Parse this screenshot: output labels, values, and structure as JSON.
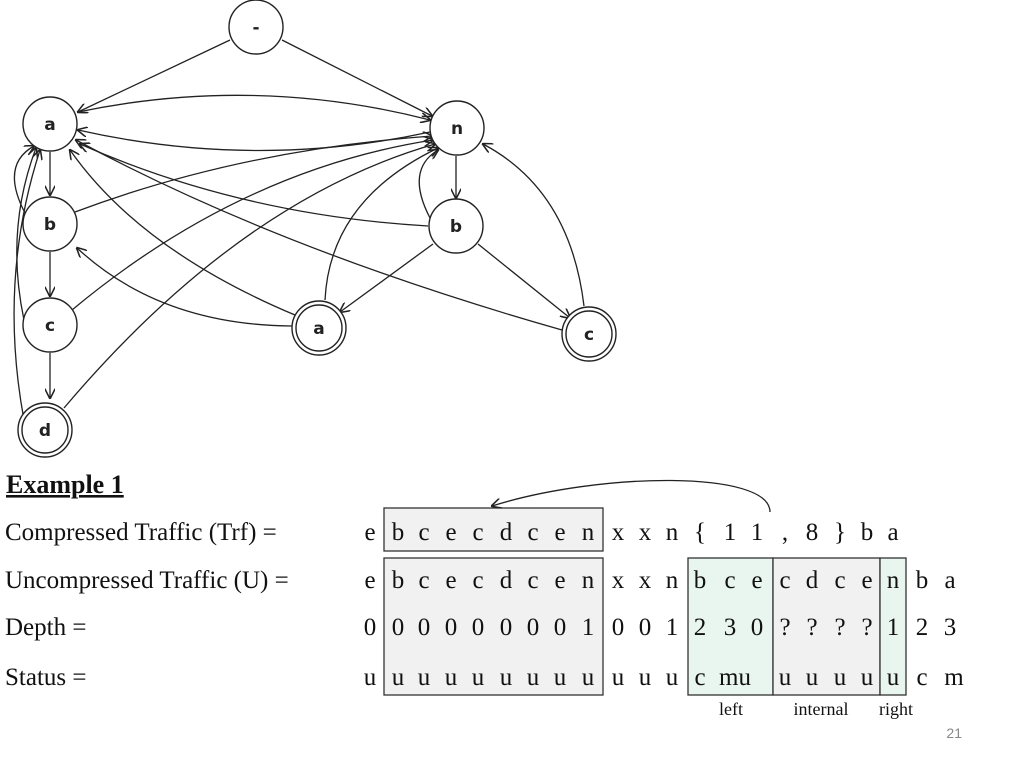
{
  "nodes": [
    {
      "id": "root",
      "label": "-",
      "double": false
    },
    {
      "id": "a1",
      "label": "a",
      "double": false
    },
    {
      "id": "b1",
      "label": "b",
      "double": false
    },
    {
      "id": "c1",
      "label": "c",
      "double": false
    },
    {
      "id": "d1",
      "label": "d",
      "double": true
    },
    {
      "id": "n",
      "label": "n",
      "double": false
    },
    {
      "id": "b2",
      "label": "b",
      "double": false
    },
    {
      "id": "a2",
      "label": "a",
      "double": true
    },
    {
      "id": "c2",
      "label": "c",
      "double": true
    }
  ],
  "example": {
    "title": "Example 1",
    "rows": [
      {
        "label": "Compressed Traffic (Trf) =",
        "cells": [
          "e",
          "b",
          "c",
          "e",
          "c",
          "d",
          "c",
          "e",
          "n",
          "x",
          "x",
          "n",
          "{",
          "1",
          "1",
          ",",
          "8",
          "}",
          "b",
          "a"
        ]
      },
      {
        "label": "Uncompressed Traffic (U) =",
        "cells": [
          "e",
          "b",
          "c",
          "e",
          "c",
          "d",
          "c",
          "e",
          "n",
          "x",
          "x",
          "n",
          "b",
          "c",
          "e",
          "c",
          "d",
          "c",
          "e",
          "n",
          "b",
          "a"
        ]
      },
      {
        "label": "Depth =",
        "cells": [
          "0",
          "0",
          "0",
          "0",
          "0",
          "0",
          "0",
          "0",
          "1",
          "0",
          "0",
          "1",
          "2",
          "3",
          "0",
          "?",
          "?",
          "?",
          "?",
          "1",
          "2",
          "3"
        ]
      },
      {
        "label": "Status =",
        "cells": [
          "u",
          "u",
          "u",
          "u",
          "u",
          "u",
          "u",
          "u",
          "u",
          "u",
          "u",
          "u",
          "c",
          "mu",
          "u",
          "u",
          "u",
          "u",
          "u",
          "c",
          "m"
        ]
      }
    ],
    "region_labels": {
      "left": "left",
      "internal": "internal",
      "right": "right"
    }
  },
  "page_number": "21",
  "colors": {
    "highlight": "#e8f6ef",
    "box_fill": "#f1f1f1"
  }
}
